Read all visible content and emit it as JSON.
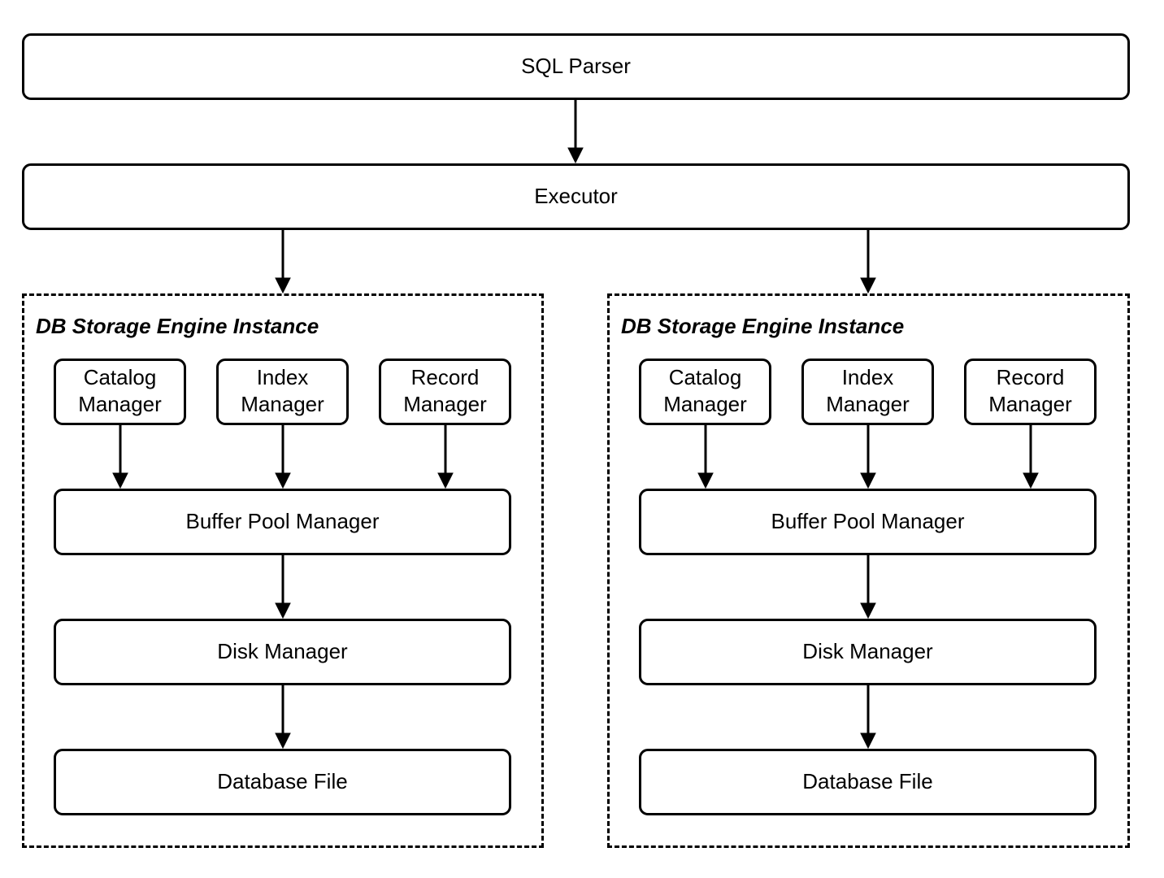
{
  "top": {
    "parser_label": "SQL Parser",
    "executor_label": "Executor"
  },
  "engines": [
    {
      "title": "DB Storage Engine Instance",
      "catalog": [
        "Catalog",
        "Manager"
      ],
      "index": [
        "Index",
        "Manager"
      ],
      "record": [
        "Record",
        "Manager"
      ],
      "buffer_pool": "Buffer Pool Manager",
      "disk": "Disk Manager",
      "file": "Database File"
    },
    {
      "title": "DB Storage Engine Instance",
      "catalog": [
        "Catalog",
        "Manager"
      ],
      "index": [
        "Index",
        "Manager"
      ],
      "record": [
        "Record",
        "Manager"
      ],
      "buffer_pool": "Buffer Pool Manager",
      "disk": "Disk Manager",
      "file": "Database File"
    }
  ]
}
